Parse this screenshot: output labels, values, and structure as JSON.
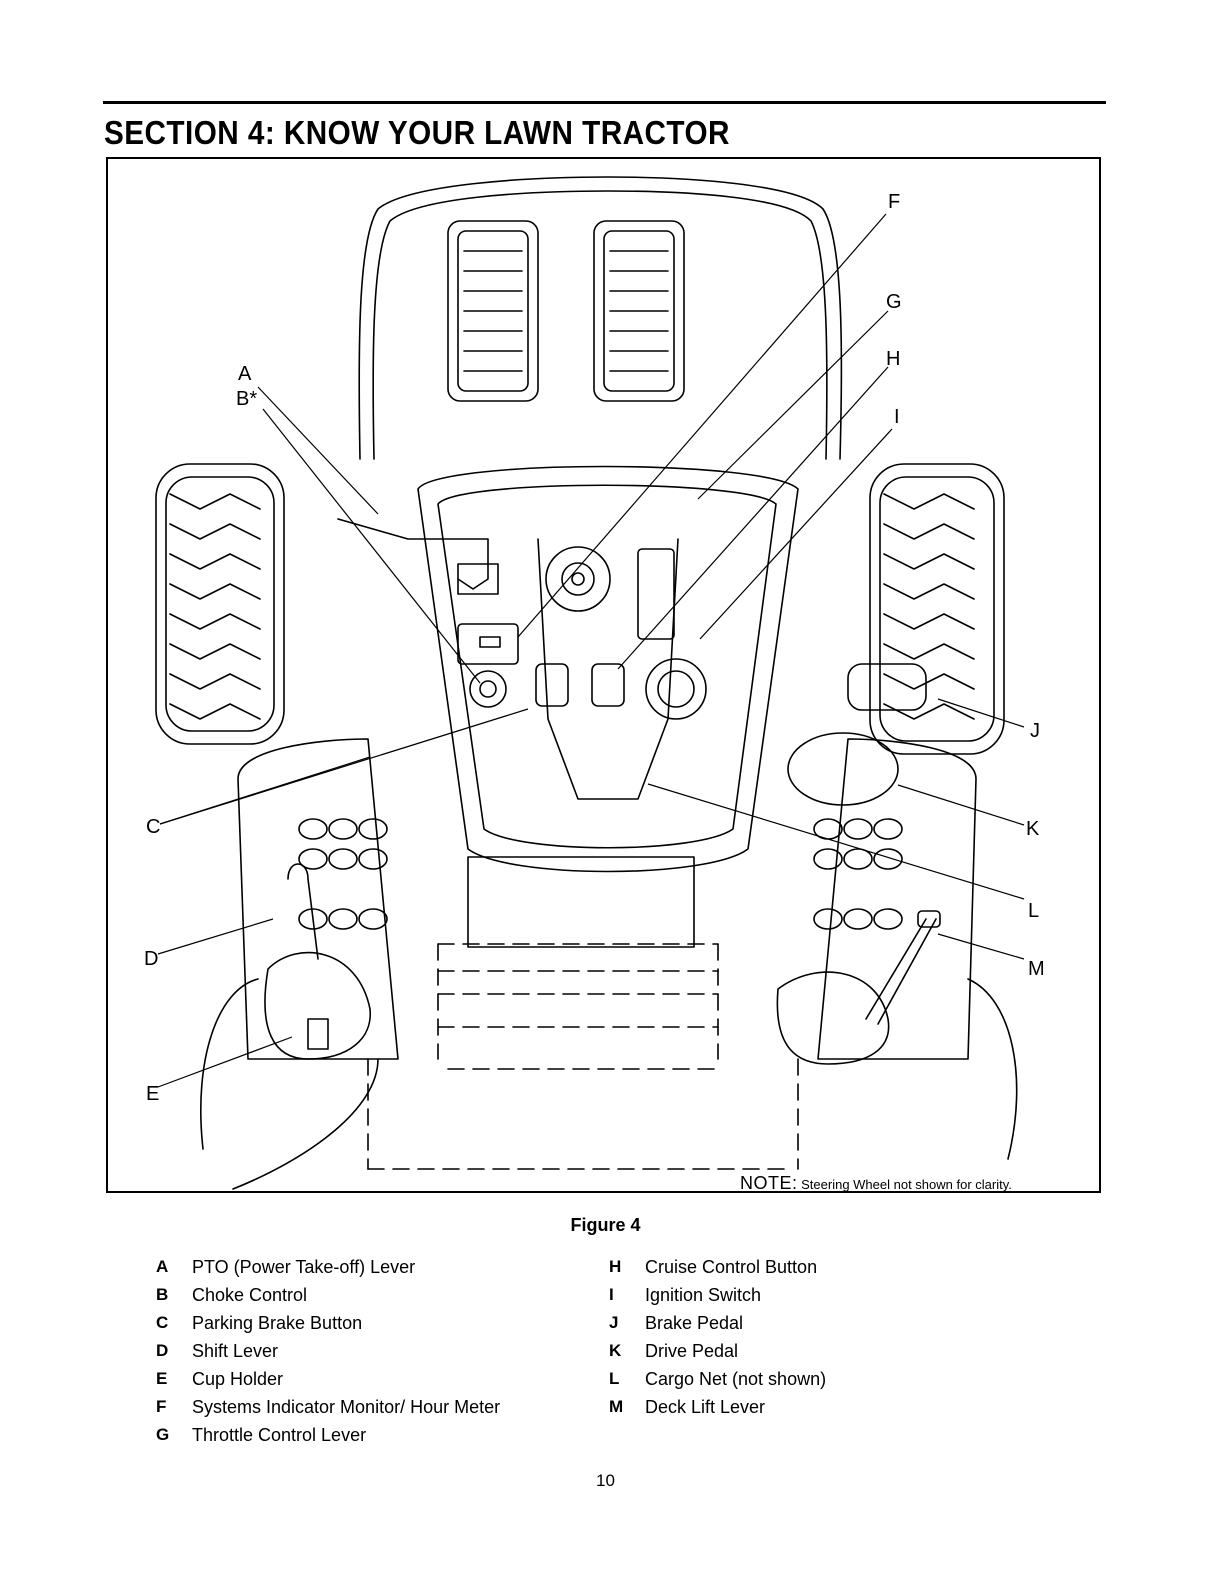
{
  "header": {
    "section_title": "SECTION 4:  KNOW YOUR LAWN TRACTOR"
  },
  "figure": {
    "callouts": {
      "A": "A",
      "B": "B*",
      "C": "C",
      "D": "D",
      "E": "E",
      "F": "F",
      "G": "G",
      "H": "H",
      "I": "I",
      "J": "J",
      "K": "K",
      "L": "L",
      "M": "M"
    },
    "note_label": "NOTE:",
    "note_text": " Steering Wheel not shown for clarity.",
    "caption": "Figure 4"
  },
  "legend": {
    "left": [
      {
        "key": "A",
        "text": "PTO (Power Take-off) Lever"
      },
      {
        "key": "B",
        "text": "Choke Control"
      },
      {
        "key": "C",
        "text": "Parking Brake Button"
      },
      {
        "key": "D",
        "text": "Shift Lever"
      },
      {
        "key": "E",
        "text": "Cup Holder"
      },
      {
        "key": "F",
        "text": "Systems Indicator Monitor/ Hour Meter"
      },
      {
        "key": "G",
        "text": "Throttle Control Lever"
      }
    ],
    "right": [
      {
        "key": "H",
        "text": "Cruise Control Button"
      },
      {
        "key": "I",
        "text": "Ignition Switch"
      },
      {
        "key": "J",
        "text": "Brake Pedal"
      },
      {
        "key": "K",
        "text": "Drive Pedal"
      },
      {
        "key": "L",
        "text": "Cargo Net (not shown)"
      },
      {
        "key": "M",
        "text": "Deck Lift Lever"
      }
    ]
  },
  "footer": {
    "page_number": "10"
  }
}
